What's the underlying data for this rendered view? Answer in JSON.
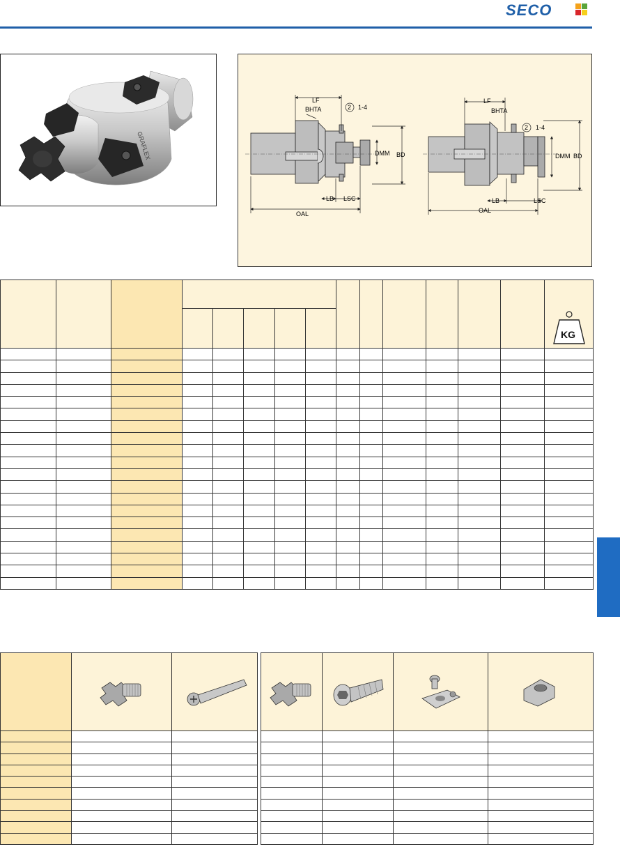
{
  "brand": {
    "logo_text": "SECO",
    "colors": {
      "blue": "#1f5fa8",
      "tab": "#1f6cc2",
      "table_yellow": "#fce7b2",
      "table_cream": "#fdf3d8",
      "drawing_bg": "#fdf5df"
    }
  },
  "photo": {
    "engraving": "GRAFLEX"
  },
  "drawing": {
    "left": {
      "lf": "LF",
      "bhta": "BHTA",
      "callout_a": "2",
      "callout_b": "1-4",
      "dmm": "DMM",
      "bd": "BD",
      "lb": "LB",
      "lsc": "LSC",
      "oal": "OAL"
    },
    "right": {
      "lf": "LF",
      "bhta": "BHTA",
      "callout_a": "2",
      "callout_b": "1-4",
      "dmm": "DMM",
      "bd": "BD",
      "lb": "LB",
      "lsc": "LSC",
      "oal": "OAL"
    }
  },
  "main_table": {
    "weight_icon": "weight-kg-icon",
    "weight_label": "KG",
    "row_count": 20
  },
  "accessories": {
    "left_icons": [
      "cross-adapter-icon",
      "wrench-icon"
    ],
    "right_icons": [
      "cross-adapter-icon",
      "socket-screw-icon",
      "clamp-icon",
      "bushing-icon"
    ],
    "row_count": 10
  }
}
